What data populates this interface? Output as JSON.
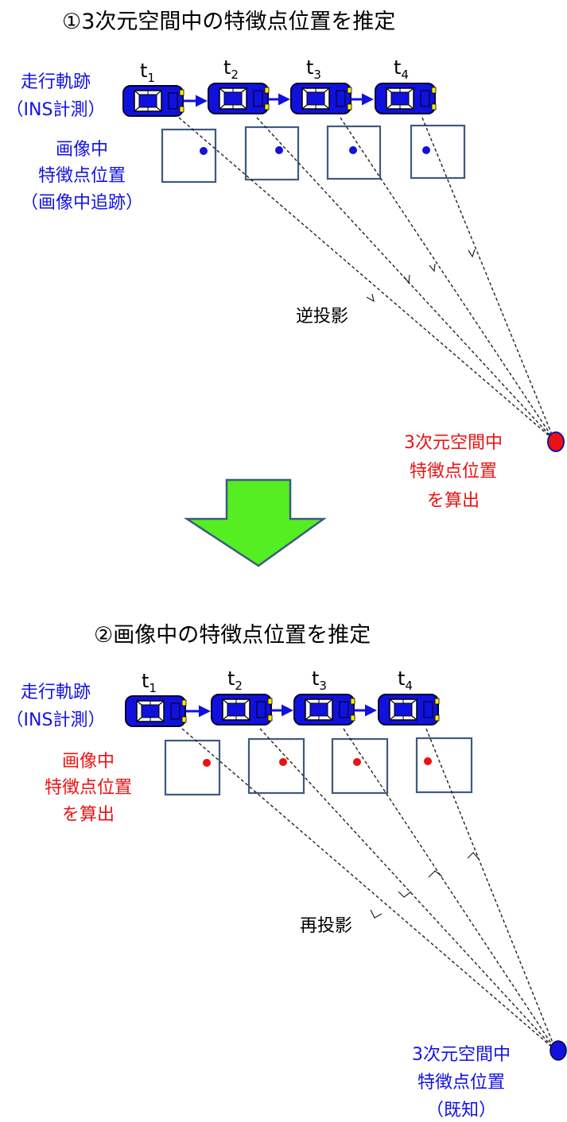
{
  "colors": {
    "car_body": "#1111dd",
    "car_window": "#ffffff",
    "light": "#ffee00",
    "frame": "#3d5a80",
    "dot_known": "#1111dd",
    "dot_estimated": "#ee1111",
    "big_arrow": "#55ee22"
  },
  "section1": {
    "title": "①3次元空間中の特徴点位置を推定",
    "trajectory_label": [
      "走行軌跡",
      "（INS計測）"
    ],
    "image_point_label": [
      "画像中",
      "特徴点位置",
      "（画像中追跡）"
    ],
    "times": [
      {
        "t": "t",
        "sub": "1"
      },
      {
        "t": "t",
        "sub": "2"
      },
      {
        "t": "t",
        "sub": "3"
      },
      {
        "t": "t",
        "sub": "4"
      }
    ],
    "projection_label": "逆投影",
    "point3d_label": [
      "3次元空間中",
      "特徴点位置",
      "を算出"
    ]
  },
  "section2": {
    "title": "②画像中の特徴点位置を推定",
    "trajectory_label": [
      "走行軌跡",
      "（INS計測）"
    ],
    "image_point_label": [
      "画像中",
      "特徴点位置",
      "を算出"
    ],
    "times": [
      {
        "t": "t",
        "sub": "1"
      },
      {
        "t": "t",
        "sub": "2"
      },
      {
        "t": "t",
        "sub": "3"
      },
      {
        "t": "t",
        "sub": "4"
      }
    ],
    "projection_label": "再投影",
    "point3d_label": [
      "3次元空間中",
      "特徴点位置",
      "（既知）"
    ]
  }
}
